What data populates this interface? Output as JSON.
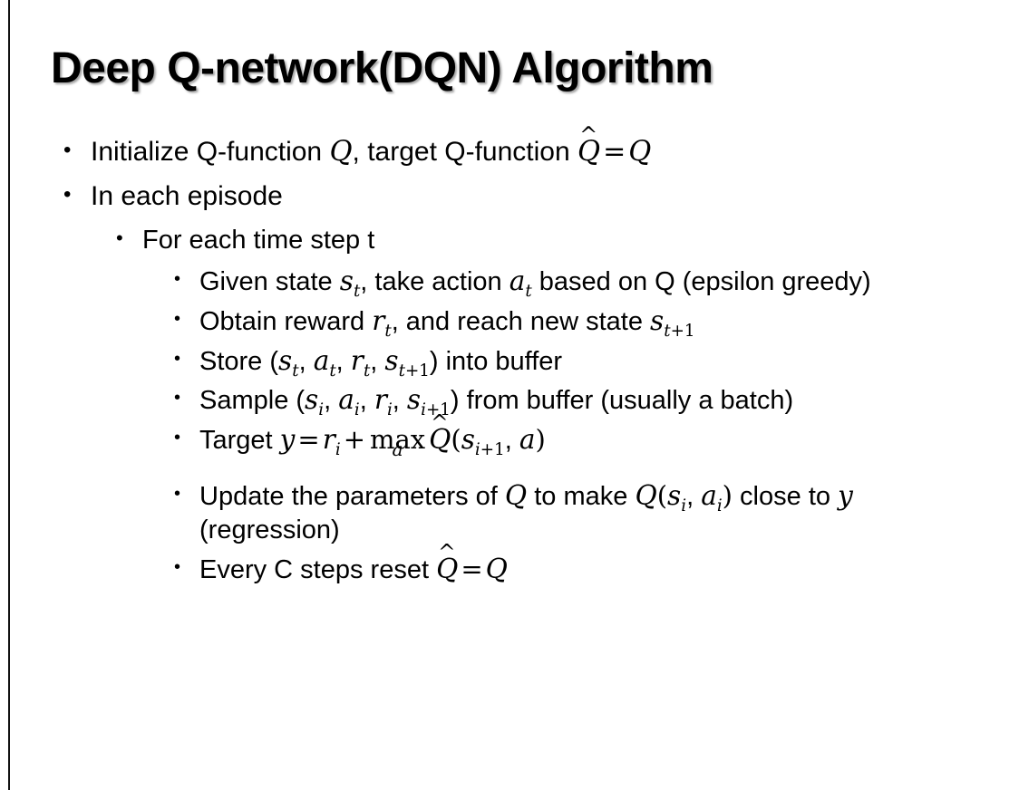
{
  "slide": {
    "title": "Deep Q-network(DQN) Algorithm",
    "background_color": "#ffffff",
    "text_color": "#000000",
    "edge_rule_color": "#111111",
    "bullet_glyph": "•"
  },
  "content": {
    "l1_initialize": {
      "pre": "Initialize Q-function ",
      "var_q1": "Q",
      "mid": ", target Q-function ",
      "hat": "^",
      "var_qhat": "Q",
      "equals": "=",
      "var_q2": "Q"
    },
    "l1_in_each_episode": "In each episode",
    "l2_for_each_time_step": "For each time step t",
    "l3_given_state": {
      "pre": "Given state ",
      "s": "s",
      "s_sub": "t",
      "mid": ", take action ",
      "a": "a",
      "a_sub": "t",
      "post": " based on Q (epsilon greedy)"
    },
    "l3_obtain_reward": {
      "pre": "Obtain reward ",
      "r": "r",
      "r_sub": "t",
      "mid": ", and reach new state ",
      "s": "s",
      "s_sub_var": "t",
      "s_sub_num": "+1"
    },
    "l3_store": {
      "pre": "Store (",
      "s1": "s",
      "s1_sub": "t",
      "c1": ", ",
      "a1": "a",
      "a1_sub": "t",
      "c2": ", ",
      "r1": "r",
      "r1_sub": "t",
      "c3": ", ",
      "s2": "s",
      "s2_sub_var": "t",
      "s2_sub_num": "+1",
      "post": ") into buffer"
    },
    "l3_sample": {
      "pre": "Sample (",
      "s1": "s",
      "s1_sub": "i",
      "c1": ", ",
      "a1": "a",
      "a1_sub": "i",
      "c2": ", ",
      "r1": "r",
      "r1_sub": "i",
      "c3": ", ",
      "s2": "s",
      "s2_sub_var": "i",
      "s2_sub_num": "+1",
      "post": ") from buffer (usually a batch)"
    },
    "l3_target": {
      "pre": "Target ",
      "y": "y",
      "equals": "=",
      "r": "r",
      "r_sub": "i",
      "plus": "+",
      "max": "max",
      "max_under": "a",
      "hat": "^",
      "qhat": "Q",
      "open": "(",
      "s": "s",
      "s_sub_var": "i",
      "s_sub_num": "+1",
      "comma": ", ",
      "a": "a",
      "close": ")"
    },
    "l3_update": {
      "pre": "Update the parameters of ",
      "q1": "Q",
      "mid": " to make ",
      "q2": "Q",
      "open": "(",
      "s": "s",
      "s_sub": "i",
      "comma": ", ",
      "a": "a",
      "a_sub": "i",
      "close": ")",
      "post": " close to ",
      "y": "y",
      "tail": " (regression)"
    },
    "l3_reset": {
      "pre": "Every C steps reset ",
      "hat": "^",
      "qhat": "Q",
      "equals": "=",
      "q": "Q"
    }
  }
}
